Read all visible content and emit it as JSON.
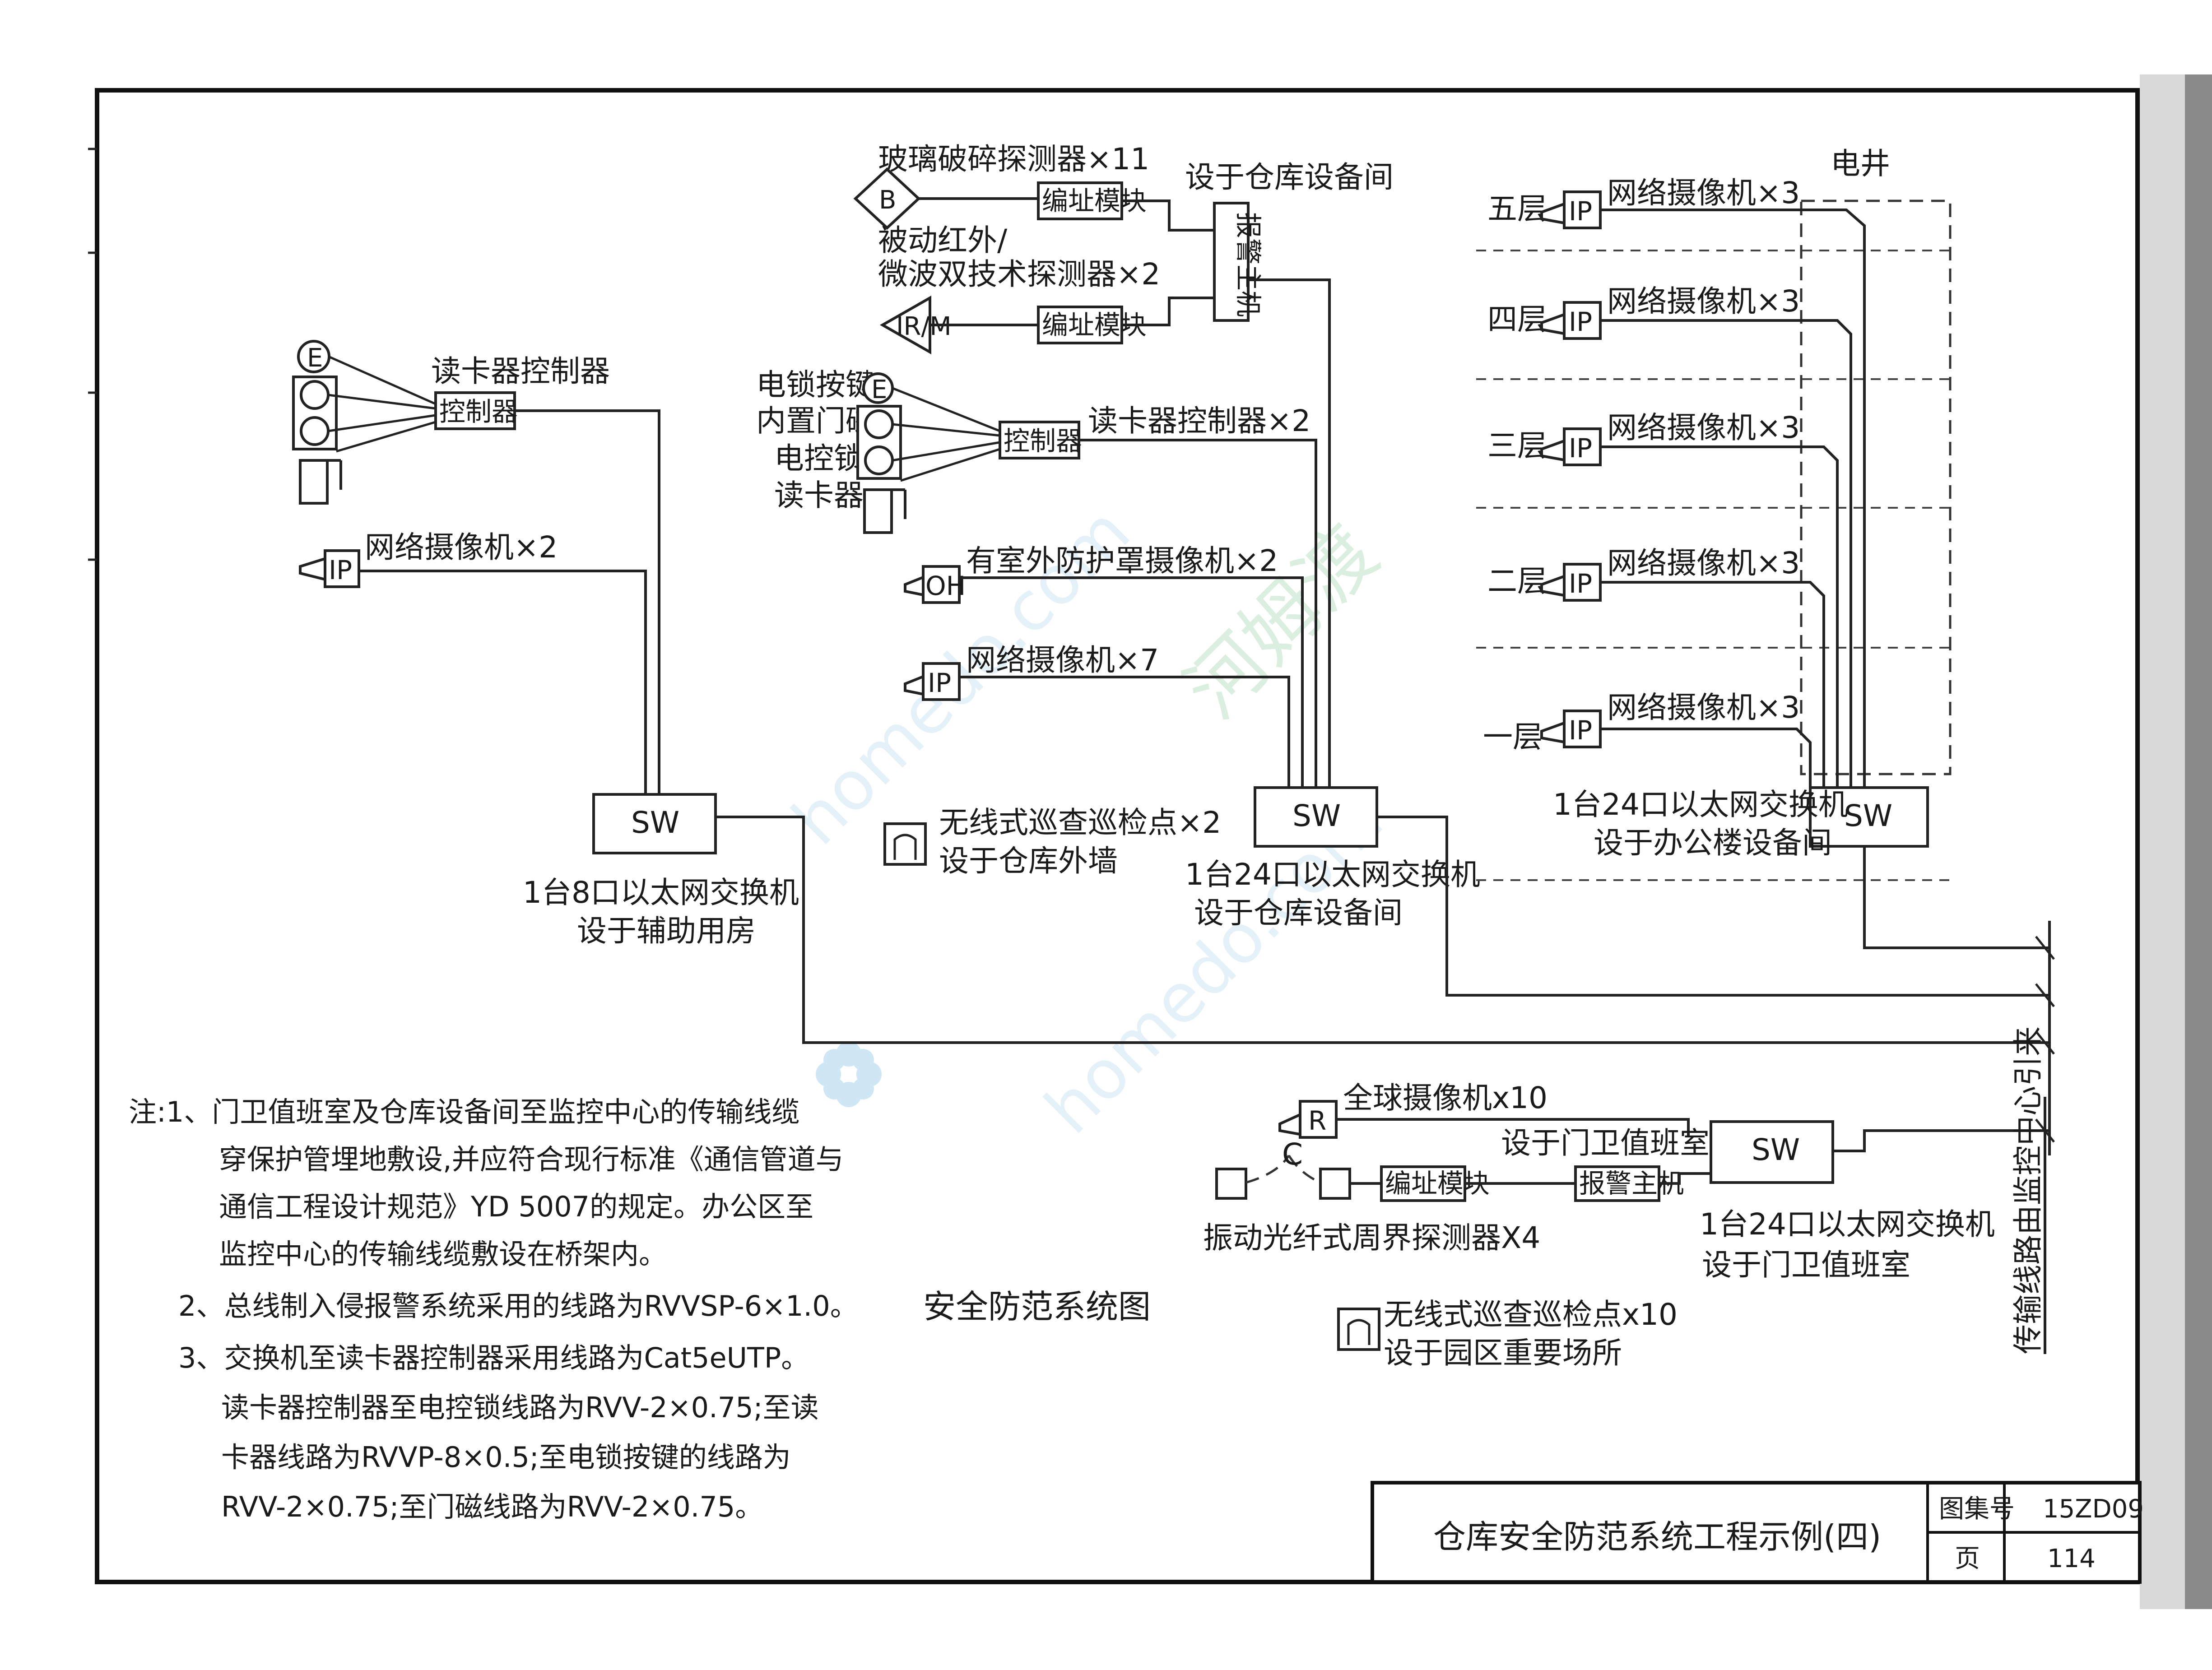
{
  "watermark": {
    "text1": "homedo.com",
    "text2": "河姆渡"
  },
  "aux": {
    "card_controller": "读卡器控制器",
    "controller_box": "控制器",
    "camera": "网络摄像机×2",
    "switch": "SW",
    "switch_desc1": "1台8口以太网交换机",
    "switch_desc2": "设于辅助用房"
  },
  "warehouse": {
    "glass_break": "玻璃破碎探测器×11",
    "dual_tech1": "被动红外/",
    "dual_tech2": "微波双技术探测器×2",
    "address_module": "编址模块",
    "alarm_host": "报警主机",
    "room": "设于仓库设备间",
    "exit_button": "电锁按键",
    "door_contact": "内置门磁",
    "electric_lock": "电控锁",
    "card_reader": "读卡器",
    "controller_box": "控制器",
    "card_controller": "读卡器控制器×2",
    "outdoor_camera": "有室外防护罩摄像机×2",
    "network_camera": "网络摄像机×7",
    "patrol1": "无线式巡查巡检点×2",
    "patrol2": "设于仓库外墙",
    "switch": "SW",
    "switch_desc1": "1台24口以太网交换机",
    "switch_desc2": "设于仓库设备间"
  },
  "office": {
    "shaft": "电井",
    "floors": [
      {
        "name": "五层",
        "camera": "网络摄像机×3"
      },
      {
        "name": "四层",
        "camera": "网络摄像机×3"
      },
      {
        "name": "三层",
        "camera": "网络摄像机×3"
      },
      {
        "name": "二层",
        "camera": "网络摄像机×3"
      },
      {
        "name": "一层",
        "camera": "网络摄像机×3"
      }
    ],
    "switch": "SW",
    "switch_desc1": "1台24口以太网交换机",
    "switch_desc2": "设于办公楼设备间"
  },
  "gate": {
    "dome_camera": "全球摄像机x10",
    "room": "设于门卫值班室",
    "address_module": "编址模块",
    "alarm_host": "报警主机",
    "fiber_detector": "振动光纤式周界探测器X4",
    "switch": "SW",
    "switch_desc1": "1台24口以太网交换机",
    "switch_desc2": "设于门卫值班室",
    "patrol1": "无线式巡查巡检点x10",
    "patrol2": "设于园区重要场所"
  },
  "trunk_label": "传输线路由监控中心引来",
  "caption": "安全防范系统图",
  "notes": [
    "注:1、门卫值班室及仓库设备间至监控中心的传输线缆",
    "穿保护管埋地敷设,并应符合现行标准《通信管道与",
    "通信工程设计规范》YD 5007的规定。办公区至",
    "监控中心的传输线缆敷设在桥架内。",
    "2、总线制入侵报警系统采用的线路为RVVSP-6×1.0。",
    "3、交换机至读卡器控制器采用线路为Cat5eUTP。",
    "读卡器控制器至电控锁线路为RVV-2×0.75;至读",
    "卡器线路为RVVP-8×0.5;至电锁按键的线路为",
    "RVV-2×0.75;至门磁线路为RVV-2×0.75。"
  ],
  "title_block": {
    "title": "仓库安全防范系统工程示例(四)",
    "atlas_label": "图集号",
    "atlas_value": "15ZD09",
    "page_label": "页",
    "page_value": "114"
  }
}
